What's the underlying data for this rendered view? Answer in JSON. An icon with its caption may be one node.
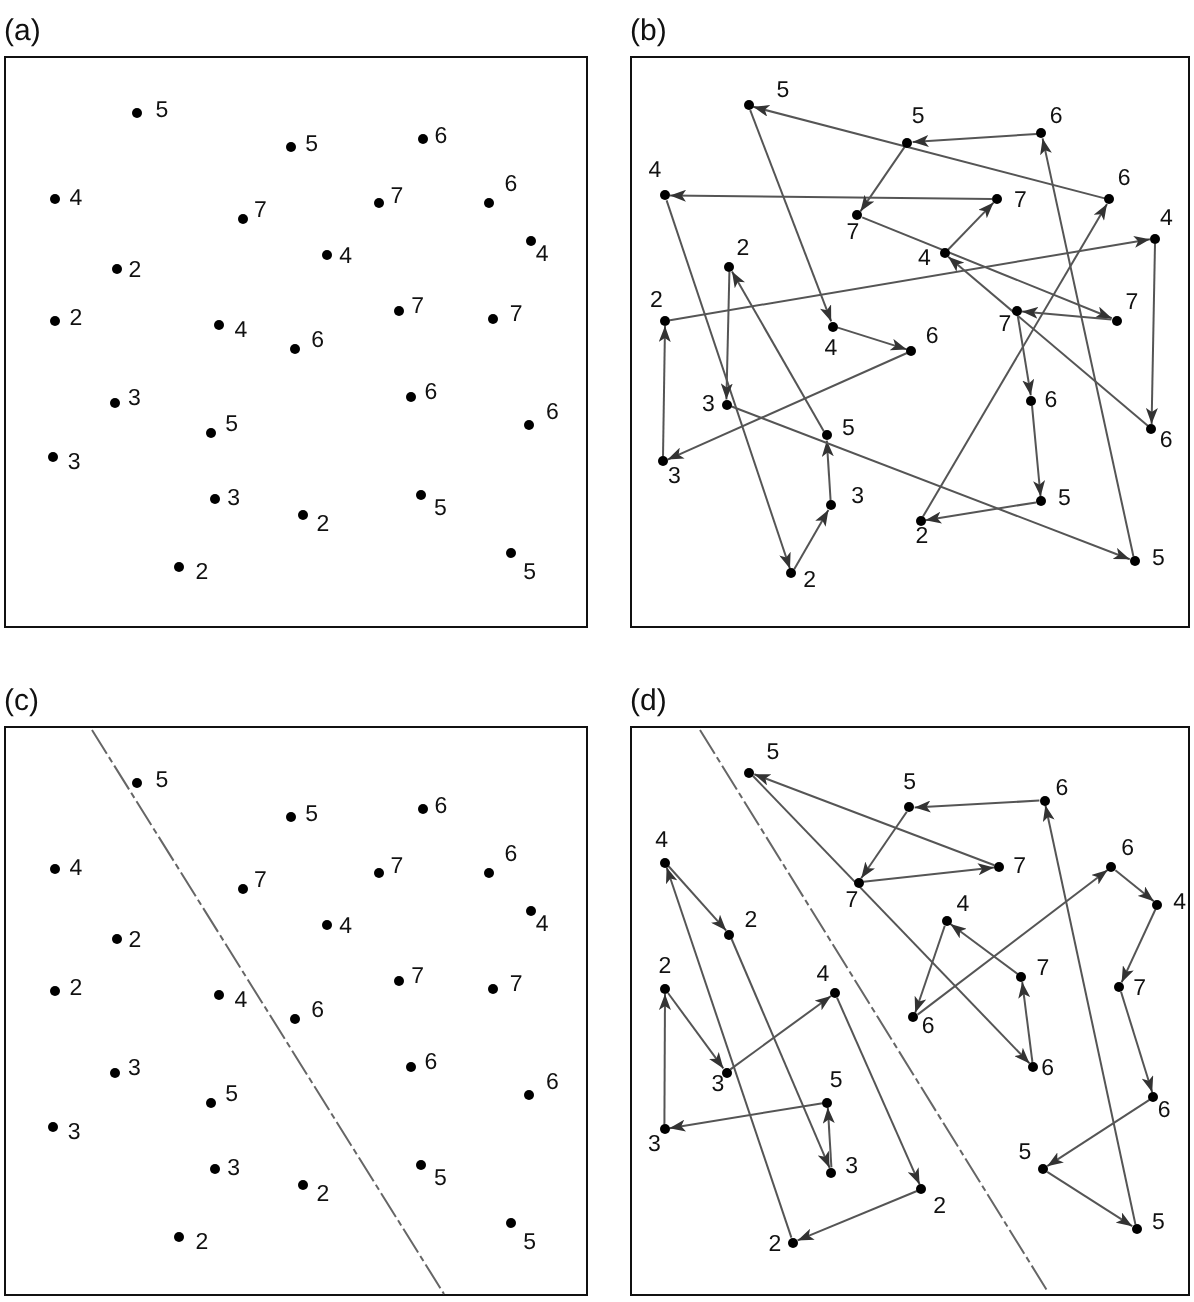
{
  "diagram": {
    "nodes": [
      {
        "text": [
          "(a)"
        ]
      },
      {
        "text": [],
        "shape": "circle",
        "in": 0,
        "beside": [
          "5"
        ]
      },
      {
        "text": [],
        "shape": "circle",
        "in": 0,
        "beside": [
          "5"
        ]
      },
      {
        "text": [],
        "shape": "circle",
        "in": 0,
        "beside": [
          "6"
        ]
      },
      {
        "text": [],
        "shape": "circle",
        "in": 0,
        "beside": [
          "4"
        ]
      },
      {
        "text": [],
        "shape": "circle",
        "in": 0,
        "beside": [
          "7"
        ]
      },
      {
        "text": [],
        "shape": "circle",
        "in": 0,
        "beside": [
          "7"
        ]
      },
      {
        "text": [],
        "shape": "circle",
        "in": 0,
        "beside": [
          "6"
        ]
      },
      {
        "text": [],
        "shape": "circle",
        "in": 0,
        "beside": [
          "4"
        ]
      },
      {
        "text": [],
        "shape": "circle",
        "in": 0,
        "beside": [
          "2"
        ]
      },
      {
        "text": [],
        "shape": "circle",
        "in": 0,
        "beside": [
          "4"
        ]
      },
      {
        "text": [],
        "shape": "circle",
        "in": 0,
        "beside": [
          "2"
        ]
      },
      {
        "text": [],
        "shape": "circle",
        "in": 0,
        "beside": [
          "4"
        ]
      },
      {
        "text": [],
        "shape": "circle",
        "in": 0,
        "beside": [
          "6"
        ]
      },
      {
        "text": [],
        "shape": "circle",
        "in": 0,
        "beside": [
          "7"
        ]
      },
      {
        "text": [],
        "shape": "circle",
        "in": 0,
        "beside": [
          "7"
        ]
      },
      {
        "text": [],
        "shape": "circle",
        "in": 0,
        "beside": [
          "3"
        ]
      },
      {
        "text": [],
        "shape": "circle",
        "in": 0,
        "beside": [
          "5"
        ]
      },
      {
        "text": [],
        "shape": "circle",
        "in": 0,
        "beside": [
          "6"
        ]
      },
      {
        "text": [],
        "shape": "circle",
        "in": 0,
        "beside": [
          "6"
        ]
      },
      {
        "text": [],
        "shape": "circle",
        "in": 0,
        "beside": [
          "3"
        ]
      },
      {
        "text": [],
        "shape": "circle",
        "in": 0,
        "beside": [
          "3"
        ]
      },
      {
        "text": [],
        "shape": "circle",
        "in": 0,
        "beside": [
          "2"
        ]
      },
      {
        "text": [],
        "shape": "circle",
        "in": 0,
        "beside": [
          "5"
        ]
      },
      {
        "text": [],
        "shape": "circle",
        "in": 0,
        "beside": [
          "2"
        ]
      },
      {
        "text": [],
        "shape": "circle",
        "in": 0,
        "beside": [
          "5"
        ]
      },
      {
        "text": [
          "(b)"
        ]
      },
      {
        "text": [],
        "shape": "circle",
        "in": 26,
        "beside": [
          "5"
        ]
      },
      {
        "text": [],
        "shape": "circle",
        "in": 26,
        "beside": [
          "5"
        ]
      },
      {
        "text": [],
        "shape": "circle",
        "in": 26,
        "beside": [
          "6"
        ]
      },
      {
        "text": [],
        "shape": "circle",
        "in": 26,
        "beside": [
          "4"
        ]
      },
      {
        "text": [],
        "shape": "circle",
        "in": 26,
        "beside": [
          "7"
        ]
      },
      {
        "text": [],
        "shape": "circle",
        "in": 26,
        "beside": [
          "7"
        ]
      },
      {
        "text": [],
        "shape": "circle",
        "in": 26,
        "beside": [
          "6"
        ]
      },
      {
        "text": [],
        "shape": "circle",
        "in": 26,
        "beside": [
          "4"
        ]
      },
      {
        "text": [],
        "shape": "circle",
        "in": 26,
        "beside": [
          "2"
        ]
      },
      {
        "text": [],
        "shape": "circle",
        "in": 26,
        "beside": [
          "4"
        ]
      },
      {
        "text": [],
        "shape": "circle",
        "in": 26,
        "beside": [
          "2"
        ]
      },
      {
        "text": [],
        "shape": "circle",
        "in": 26,
        "beside": [
          "4"
        ]
      },
      {
        "text": [],
        "shape": "circle",
        "in": 26,
        "beside": [
          "6"
        ]
      },
      {
        "text": [],
        "shape": "circle",
        "in": 26,
        "beside": [
          "7"
        ]
      },
      {
        "text": [],
        "shape": "circle",
        "in": 26,
        "beside": [
          "7"
        ]
      },
      {
        "text": [],
        "shape": "circle",
        "in": 26,
        "beside": [
          "3"
        ]
      },
      {
        "text": [],
        "shape": "circle",
        "in": 26,
        "beside": [
          "5"
        ]
      },
      {
        "text": [],
        "shape": "circle",
        "in": 26,
        "beside": [
          "6"
        ]
      },
      {
        "text": [],
        "shape": "circle",
        "in": 26,
        "beside": [
          "6"
        ]
      },
      {
        "text": [],
        "shape": "circle",
        "in": 26,
        "beside": [
          "3"
        ]
      },
      {
        "text": [],
        "shape": "circle",
        "in": 26,
        "beside": [
          "3"
        ]
      },
      {
        "text": [],
        "shape": "circle",
        "in": 26,
        "beside": [
          "2"
        ]
      },
      {
        "text": [],
        "shape": "circle",
        "in": 26,
        "beside": [
          "5"
        ]
      },
      {
        "text": [],
        "shape": "circle",
        "in": 26,
        "beside": [
          "2"
        ]
      },
      {
        "text": [],
        "shape": "circle",
        "in": 26,
        "beside": [
          "5"
        ]
      },
      {
        "text": [
          "(c)"
        ]
      },
      {
        "text": [],
        "shape": "circle",
        "in": 52,
        "beside": [
          "5"
        ]
      },
      {
        "text": [],
        "shape": "circle",
        "in": 52,
        "beside": [
          "5"
        ]
      },
      {
        "text": [],
        "shape": "circle",
        "in": 52,
        "beside": [
          "6"
        ]
      },
      {
        "text": [],
        "shape": "circle",
        "in": 52,
        "beside": [
          "4"
        ]
      },
      {
        "text": [],
        "shape": "circle",
        "in": 52,
        "beside": [
          "7"
        ]
      },
      {
        "text": [],
        "shape": "circle",
        "in": 52,
        "beside": [
          "7"
        ]
      },
      {
        "text": [],
        "shape": "circle",
        "in": 52,
        "beside": [
          "6"
        ]
      },
      {
        "text": [],
        "shape": "circle",
        "in": 52,
        "beside": [
          "4"
        ]
      },
      {
        "text": [],
        "shape": "circle",
        "in": 52,
        "beside": [
          "2"
        ]
      },
      {
        "text": [],
        "shape": "circle",
        "in": 52,
        "beside": [
          "4"
        ]
      },
      {
        "text": [],
        "shape": "circle",
        "in": 52,
        "beside": [
          "2"
        ]
      },
      {
        "text": [],
        "shape": "circle",
        "in": 52,
        "beside": [
          "4"
        ]
      },
      {
        "text": [],
        "shape": "circle",
        "in": 52,
        "beside": [
          "6"
        ]
      },
      {
        "text": [],
        "shape": "circle",
        "in": 52,
        "beside": [
          "7"
        ]
      },
      {
        "text": [],
        "shape": "circle",
        "in": 52,
        "beside": [
          "7"
        ]
      },
      {
        "text": [],
        "shape": "circle",
        "in": 52,
        "beside": [
          "3"
        ]
      },
      {
        "text": [],
        "shape": "circle",
        "in": 52,
        "beside": [
          "5"
        ]
      },
      {
        "text": [],
        "shape": "circle",
        "in": 52,
        "beside": [
          "6"
        ]
      },
      {
        "text": [],
        "shape": "circle",
        "in": 52,
        "beside": [
          "6"
        ]
      },
      {
        "text": [],
        "shape": "circle",
        "in": 52,
        "beside": [
          "3"
        ]
      },
      {
        "text": [],
        "shape": "circle",
        "in": 52,
        "beside": [
          "3"
        ]
      },
      {
        "text": [],
        "shape": "circle",
        "in": 52,
        "beside": [
          "2"
        ]
      },
      {
        "text": [],
        "shape": "circle",
        "in": 52,
        "beside": [
          "5"
        ]
      },
      {
        "text": [],
        "shape": "circle",
        "in": 52,
        "beside": [
          "2"
        ]
      },
      {
        "text": [],
        "shape": "circle",
        "in": 52,
        "beside": [
          "5"
        ]
      },
      {
        "text": [
          "(d)"
        ]
      },
      {
        "text": [],
        "shape": "circle",
        "in": 78,
        "beside": [
          "5"
        ]
      },
      {
        "text": [],
        "shape": "circle",
        "in": 78,
        "beside": [
          "5"
        ]
      },
      {
        "text": [],
        "shape": "circle",
        "in": 78,
        "beside": [
          "6"
        ]
      },
      {
        "text": [],
        "shape": "circle",
        "in": 78,
        "beside": [
          "4"
        ]
      },
      {
        "text": [],
        "shape": "circle",
        "in": 78,
        "beside": [
          "7"
        ]
      },
      {
        "text": [],
        "shape": "circle",
        "in": 78,
        "beside": [
          "7"
        ]
      },
      {
        "text": [],
        "shape": "circle",
        "in": 78,
        "beside": [
          "6"
        ]
      },
      {
        "text": [],
        "shape": "circle",
        "in": 78,
        "beside": [
          "4"
        ]
      },
      {
        "text": [],
        "shape": "circle",
        "in": 78,
        "beside": [
          "2"
        ]
      },
      {
        "text": [],
        "shape": "circle",
        "in": 78,
        "beside": [
          "4"
        ]
      },
      {
        "text": [],
        "shape": "circle",
        "in": 78,
        "beside": [
          "2"
        ]
      },
      {
        "text": [],
        "shape": "circle",
        "in": 78,
        "beside": [
          "4"
        ]
      },
      {
        "text": [],
        "shape": "circle",
        "in": 78,
        "beside": [
          "6"
        ]
      },
      {
        "text": [],
        "shape": "circle",
        "in": 78,
        "beside": [
          "7"
        ]
      },
      {
        "text": [],
        "shape": "circle",
        "in": 78,
        "beside": [
          "7"
        ]
      },
      {
        "text": [],
        "shape": "circle",
        "in": 78,
        "beside": [
          "3"
        ]
      },
      {
        "text": [],
        "shape": "circle",
        "in": 78,
        "beside": [
          "5"
        ]
      },
      {
        "text": [],
        "shape": "circle",
        "in": 78,
        "beside": [
          "6"
        ]
      },
      {
        "text": [],
        "shape": "circle",
        "in": 78,
        "beside": [
          "6"
        ]
      },
      {
        "text": [],
        "shape": "circle",
        "in": 78,
        "beside": [
          "3"
        ]
      },
      {
        "text": [],
        "shape": "circle",
        "in": 78,
        "beside": [
          "3"
        ]
      },
      {
        "text": [],
        "shape": "circle",
        "in": 78,
        "beside": [
          "2"
        ]
      },
      {
        "text": [],
        "shape": "circle",
        "in": 78,
        "beside": [
          "5"
        ]
      },
      {
        "text": [],
        "shape": "circle",
        "in": 78,
        "beside": [
          "2"
        ]
      },
      {
        "text": [],
        "shape": "circle",
        "in": 78,
        "beside": [
          "5"
        ]
      }
    ],
    "edges": [
      {
        "from": 27,
        "to": 38,
        "arrow": "to"
      },
      {
        "from": 38,
        "to": 39,
        "arrow": "to"
      },
      {
        "from": 39,
        "to": 46,
        "arrow": "to"
      },
      {
        "from": 46,
        "to": 37,
        "arrow": "to"
      },
      {
        "from": 37,
        "to": 34,
        "arrow": "to"
      },
      {
        "from": 34,
        "to": 45,
        "arrow": "to"
      },
      {
        "from": 45,
        "to": 36,
        "arrow": "to"
      },
      {
        "from": 36,
        "to": 32,
        "arrow": "to"
      },
      {
        "from": 32,
        "to": 30,
        "arrow": "to"
      },
      {
        "from": 30,
        "to": 50,
        "arrow": "to"
      },
      {
        "from": 50,
        "to": 47,
        "arrow": "to"
      },
      {
        "from": 47,
        "to": 43,
        "arrow": "to"
      },
      {
        "from": 43,
        "to": 35,
        "arrow": "to"
      },
      {
        "from": 35,
        "to": 42,
        "arrow": "to"
      },
      {
        "from": 42,
        "to": 51,
        "arrow": "to"
      },
      {
        "from": 51,
        "to": 29,
        "arrow": "to"
      },
      {
        "from": 29,
        "to": 28,
        "arrow": "to"
      },
      {
        "from": 28,
        "to": 31,
        "arrow": "to"
      },
      {
        "from": 31,
        "to": 41,
        "arrow": "to"
      },
      {
        "from": 41,
        "to": 40,
        "arrow": "to"
      },
      {
        "from": 40,
        "to": 44,
        "arrow": "to"
      },
      {
        "from": 44,
        "to": 49,
        "arrow": "to"
      },
      {
        "from": 49,
        "to": 48,
        "arrow": "to"
      },
      {
        "from": 48,
        "to": 33,
        "arrow": "to"
      },
      {
        "from": 33,
        "to": 27,
        "arrow": "to"
      },
      {
        "from": 79,
        "to": 96,
        "arrow": "to"
      },
      {
        "from": 96,
        "to": 92,
        "arrow": "to"
      },
      {
        "from": 92,
        "to": 88,
        "arrow": "to"
      },
      {
        "from": 88,
        "to": 91,
        "arrow": "to"
      },
      {
        "from": 91,
        "to": 85,
        "arrow": "to"
      },
      {
        "from": 85,
        "to": 86,
        "arrow": "to"
      },
      {
        "from": 86,
        "to": 93,
        "arrow": "to"
      },
      {
        "from": 93,
        "to": 97,
        "arrow": "to"
      },
      {
        "from": 97,
        "to": 101,
        "arrow": "to"
      },
      {
        "from": 101,
        "to": 103,
        "arrow": "to"
      },
      {
        "from": 103,
        "to": 81,
        "arrow": "to"
      },
      {
        "from": 81,
        "to": 80,
        "arrow": "to"
      },
      {
        "from": 80,
        "to": 83,
        "arrow": "to"
      },
      {
        "from": 83,
        "to": 84,
        "arrow": "to"
      },
      {
        "from": 84,
        "to": 79,
        "arrow": "to"
      },
      {
        "from": 82,
        "to": 87,
        "arrow": "to"
      },
      {
        "from": 87,
        "to": 99,
        "arrow": "to"
      },
      {
        "from": 99,
        "to": 95,
        "arrow": "to"
      },
      {
        "from": 95,
        "to": 98,
        "arrow": "to"
      },
      {
        "from": 98,
        "to": 89,
        "arrow": "to"
      },
      {
        "from": 89,
        "to": 94,
        "arrow": "to"
      },
      {
        "from": 94,
        "to": 90,
        "arrow": "to"
      },
      {
        "from": 90,
        "to": 100,
        "arrow": "to"
      },
      {
        "from": 100,
        "to": 102,
        "arrow": "to"
      },
      {
        "from": 102,
        "to": 82,
        "arrow": "to"
      }
    ]
  }
}
